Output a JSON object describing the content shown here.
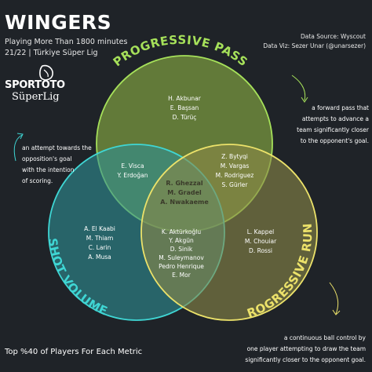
{
  "header": {
    "title": "WINGERS",
    "subtitle_line1": "Playing More Than 1800 minutes",
    "subtitle_line2": "21/22 | Türkiye Süper Lig"
  },
  "credits": {
    "source": "Data Source: Wyscout",
    "viz": "Data Viz: Sezer Unar (@unarsezer)"
  },
  "logo": {
    "word1": "SPORTOTO",
    "word2": "SüperLig"
  },
  "sets": {
    "pass": {
      "label": "PROGRESSIVE PASS",
      "color": "#a6e15a"
    },
    "shot": {
      "label": "SHOT VOLUME",
      "color": "#3fd6d4"
    },
    "run": {
      "label": "PROGRESSIVE RUN",
      "color": "#ece26a"
    }
  },
  "descriptions": {
    "pass": [
      "a forward pass that",
      "attempts to advance a",
      "team significantly closer",
      "to the opponent's goal."
    ],
    "shot": [
      "an attempt towards the",
      "opposition's goal",
      "with the intention",
      "of scoring."
    ],
    "run": [
      "a continuous ball control by",
      "one player attempting to draw the team",
      "significantly closer to the opponent goal."
    ]
  },
  "regions": {
    "pass_only": [
      "H. Akbunar",
      "E. Başsan",
      "D. Türüç"
    ],
    "pass_shot": [
      "E. Visca",
      "Y. Erdoğan"
    ],
    "pass_run": [
      "Z. Bytyqi",
      "M. Vargas",
      "M. Rodriguez",
      "S. Gürler"
    ],
    "all": [
      "R. Ghezzal",
      "M. Gradel",
      "A. Nwakaeme"
    ],
    "shot_only": [
      "A. El Kaabi",
      "M. Thiam",
      "C. Larin",
      "A. Musa"
    ],
    "run_only": [
      "L. Kappel",
      "M. Chouiar",
      "D. Rossi"
    ],
    "shot_run": [
      "K. Aktürkoğlu",
      "Y. Akgün",
      "D. Sinik",
      "M. Suleymanov",
      "Pedro Henrique",
      "E. Mor"
    ]
  },
  "footer": "Top %40 of Players For Each Metric"
}
